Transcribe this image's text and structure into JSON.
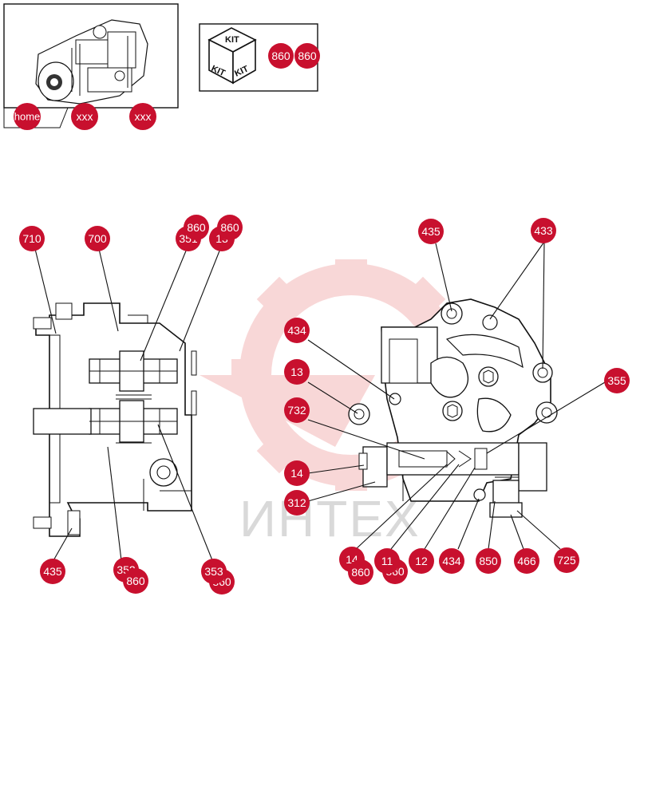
{
  "thumbnail": {
    "home_label": "home",
    "nav_labels": [
      "xxx",
      "xxx"
    ]
  },
  "kit": {
    "face_labels": [
      "KIT",
      "KIT",
      "KIT"
    ],
    "part_numbers": [
      "860",
      "860"
    ]
  },
  "watermark": {
    "text": "ИНТЕХ"
  },
  "colors": {
    "callout": "#c8102e",
    "watermark_gear": "#f3c9c9"
  },
  "left_view": {
    "callouts": [
      "710",
      "700",
      "860",
      "860",
      "351",
      "13",
      "435",
      "352",
      "860",
      "353",
      "860"
    ]
  },
  "right_view": {
    "callouts": [
      "435",
      "433",
      "434",
      "13",
      "355",
      "732",
      "14",
      "312",
      "14",
      "860",
      "11",
      "860",
      "12",
      "434",
      "850",
      "466",
      "725"
    ]
  }
}
